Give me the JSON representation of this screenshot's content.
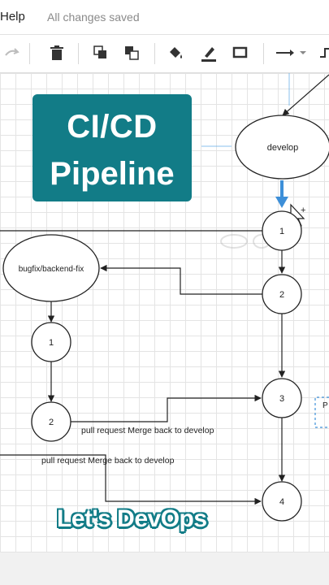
{
  "menubar": {
    "help_label": "Help",
    "save_status": "All changes saved"
  },
  "toolbar": {
    "icons": [
      "redo-icon",
      "delete-icon",
      "to-front-icon",
      "to-back-icon",
      "fill-color-icon",
      "line-color-icon",
      "shadow-icon",
      "connection-style-icon",
      "waypoint-icon"
    ]
  },
  "diagram": {
    "node_develop": "develop",
    "node_bugfix": "bugfix/backend-fix",
    "node_main_1": "1",
    "node_main_2": "2",
    "node_main_3": "3",
    "node_main_4": "4",
    "node_fix_1": "1",
    "node_fix_2": "2",
    "label_pr_1": "pull request Merge back to develop",
    "label_pr_2": "pull request Merge back to develop",
    "partial_label": "P t"
  },
  "overlay": {
    "title_line1": "CI/CD",
    "title_line2": "Pipeline",
    "watermark": "Let's DevOps",
    "brand_color": "#127c87"
  }
}
